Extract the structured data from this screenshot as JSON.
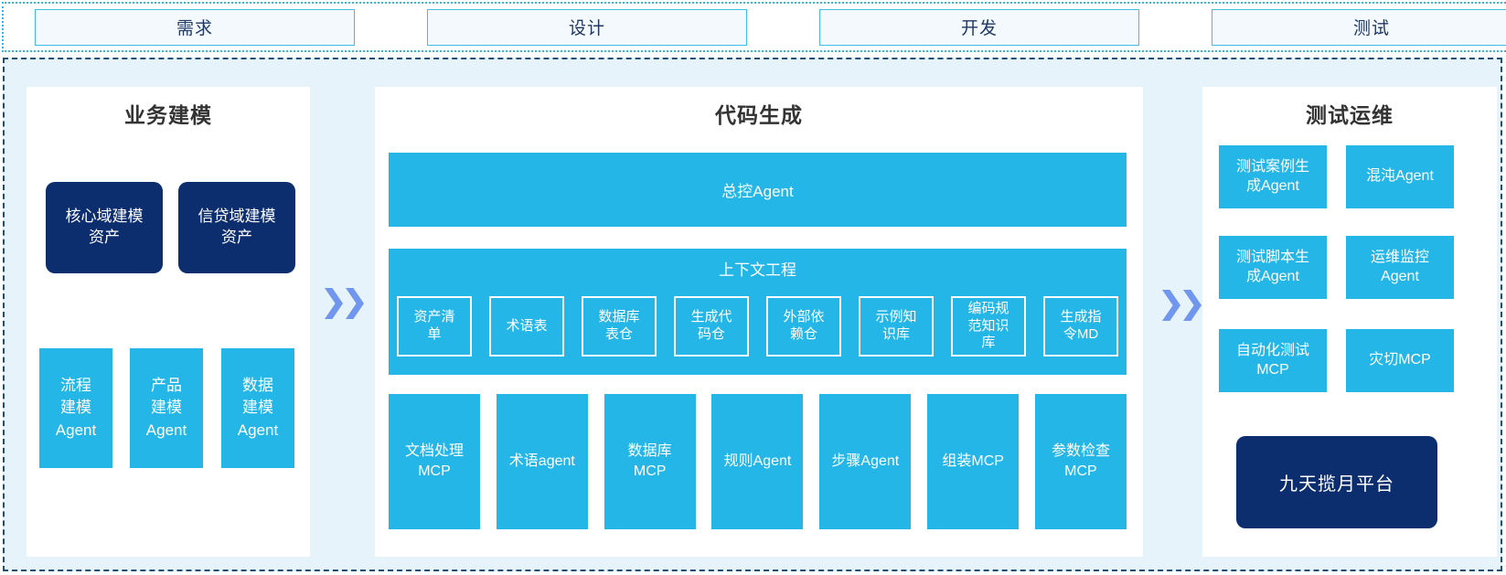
{
  "phases": [
    {
      "label": "需求"
    },
    {
      "label": "设计"
    },
    {
      "label": "开发"
    },
    {
      "label": "测试"
    }
  ],
  "sections": {
    "business": {
      "title": "业务建模",
      "assets": [
        "核心域建模\n资产",
        "信贷域建模\n资产"
      ],
      "agents": [
        "流程\n建模\nAgent",
        "产品\n建模\nAgent",
        "数据\n建模\nAgent"
      ]
    },
    "codegen": {
      "title": "代码生成",
      "master_agent": "总控Agent",
      "context": {
        "title": "上下文工程",
        "items": [
          "资产清\n单",
          "术语表",
          "数据库\n表仓",
          "生成代\n码仓",
          "外部依\n赖仓",
          "示例知\n识库",
          "编码规\n范知识\n库",
          "生成指\n令MD"
        ]
      },
      "tools": [
        "文档处理\nMCP",
        "术语agent",
        "数据库\nMCP",
        "规则Agent",
        "步骤Agent",
        "组装MCP",
        "参数检查\nMCP"
      ]
    },
    "testops": {
      "title": "测试运维",
      "boxes": [
        "测试案例生\n成Agent",
        "混沌Agent",
        "测试脚本生\n成Agent",
        "运维监控\nAgent",
        "自动化测试\nMCP",
        "灾切MCP"
      ],
      "platform": "九天揽月平台"
    }
  },
  "colors": {
    "cyan": "#25b6e8",
    "navy": "#0c2e6e",
    "panel_bg": "#ffffff",
    "flow_bg": "#e7f3fb",
    "phase_border": "#41bce6",
    "phase_text": "#1f3864",
    "dotted_border": "#2fb9e4",
    "dashed_border": "#1f4e79",
    "chevron": "#7096ee"
  }
}
